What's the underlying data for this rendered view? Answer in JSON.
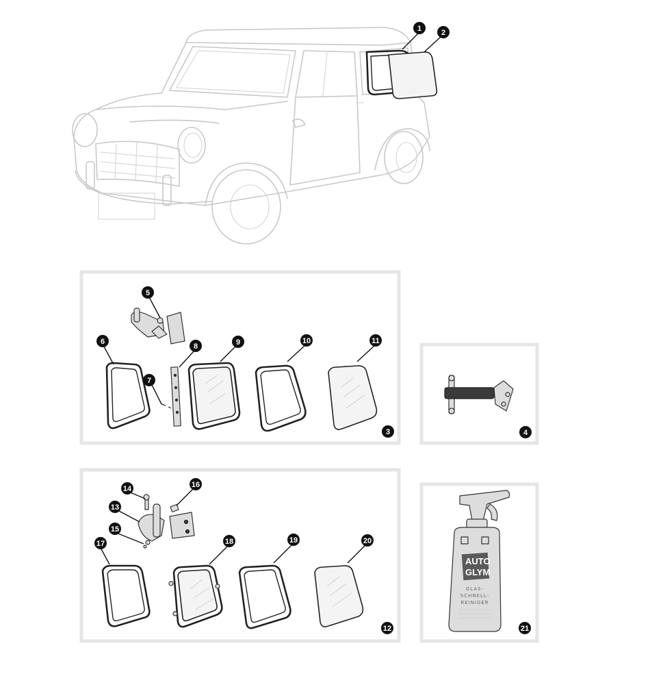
{
  "diagram": {
    "car_callouts": [
      "1",
      "2"
    ],
    "panels": [
      {
        "name": "rear-quarter-window-set-early",
        "number": "3",
        "parts": [
          "5",
          "6",
          "7",
          "8",
          "9",
          "10",
          "11"
        ]
      },
      {
        "name": "catch-panel",
        "number": "4",
        "parts": []
      },
      {
        "name": "rear-quarter-window-set-late",
        "number": "12",
        "parts": [
          "13",
          "14",
          "15",
          "16",
          "17",
          "18",
          "19",
          "20"
        ]
      },
      {
        "name": "glass-cleaner-panel",
        "number": "21",
        "parts": []
      }
    ],
    "bottle_label": {
      "brand_line1": "AUTO",
      "brand_line2": "GLYM",
      "product_lines": [
        "GLAS-",
        "SCHNELL-",
        "REINIGER"
      ]
    }
  }
}
